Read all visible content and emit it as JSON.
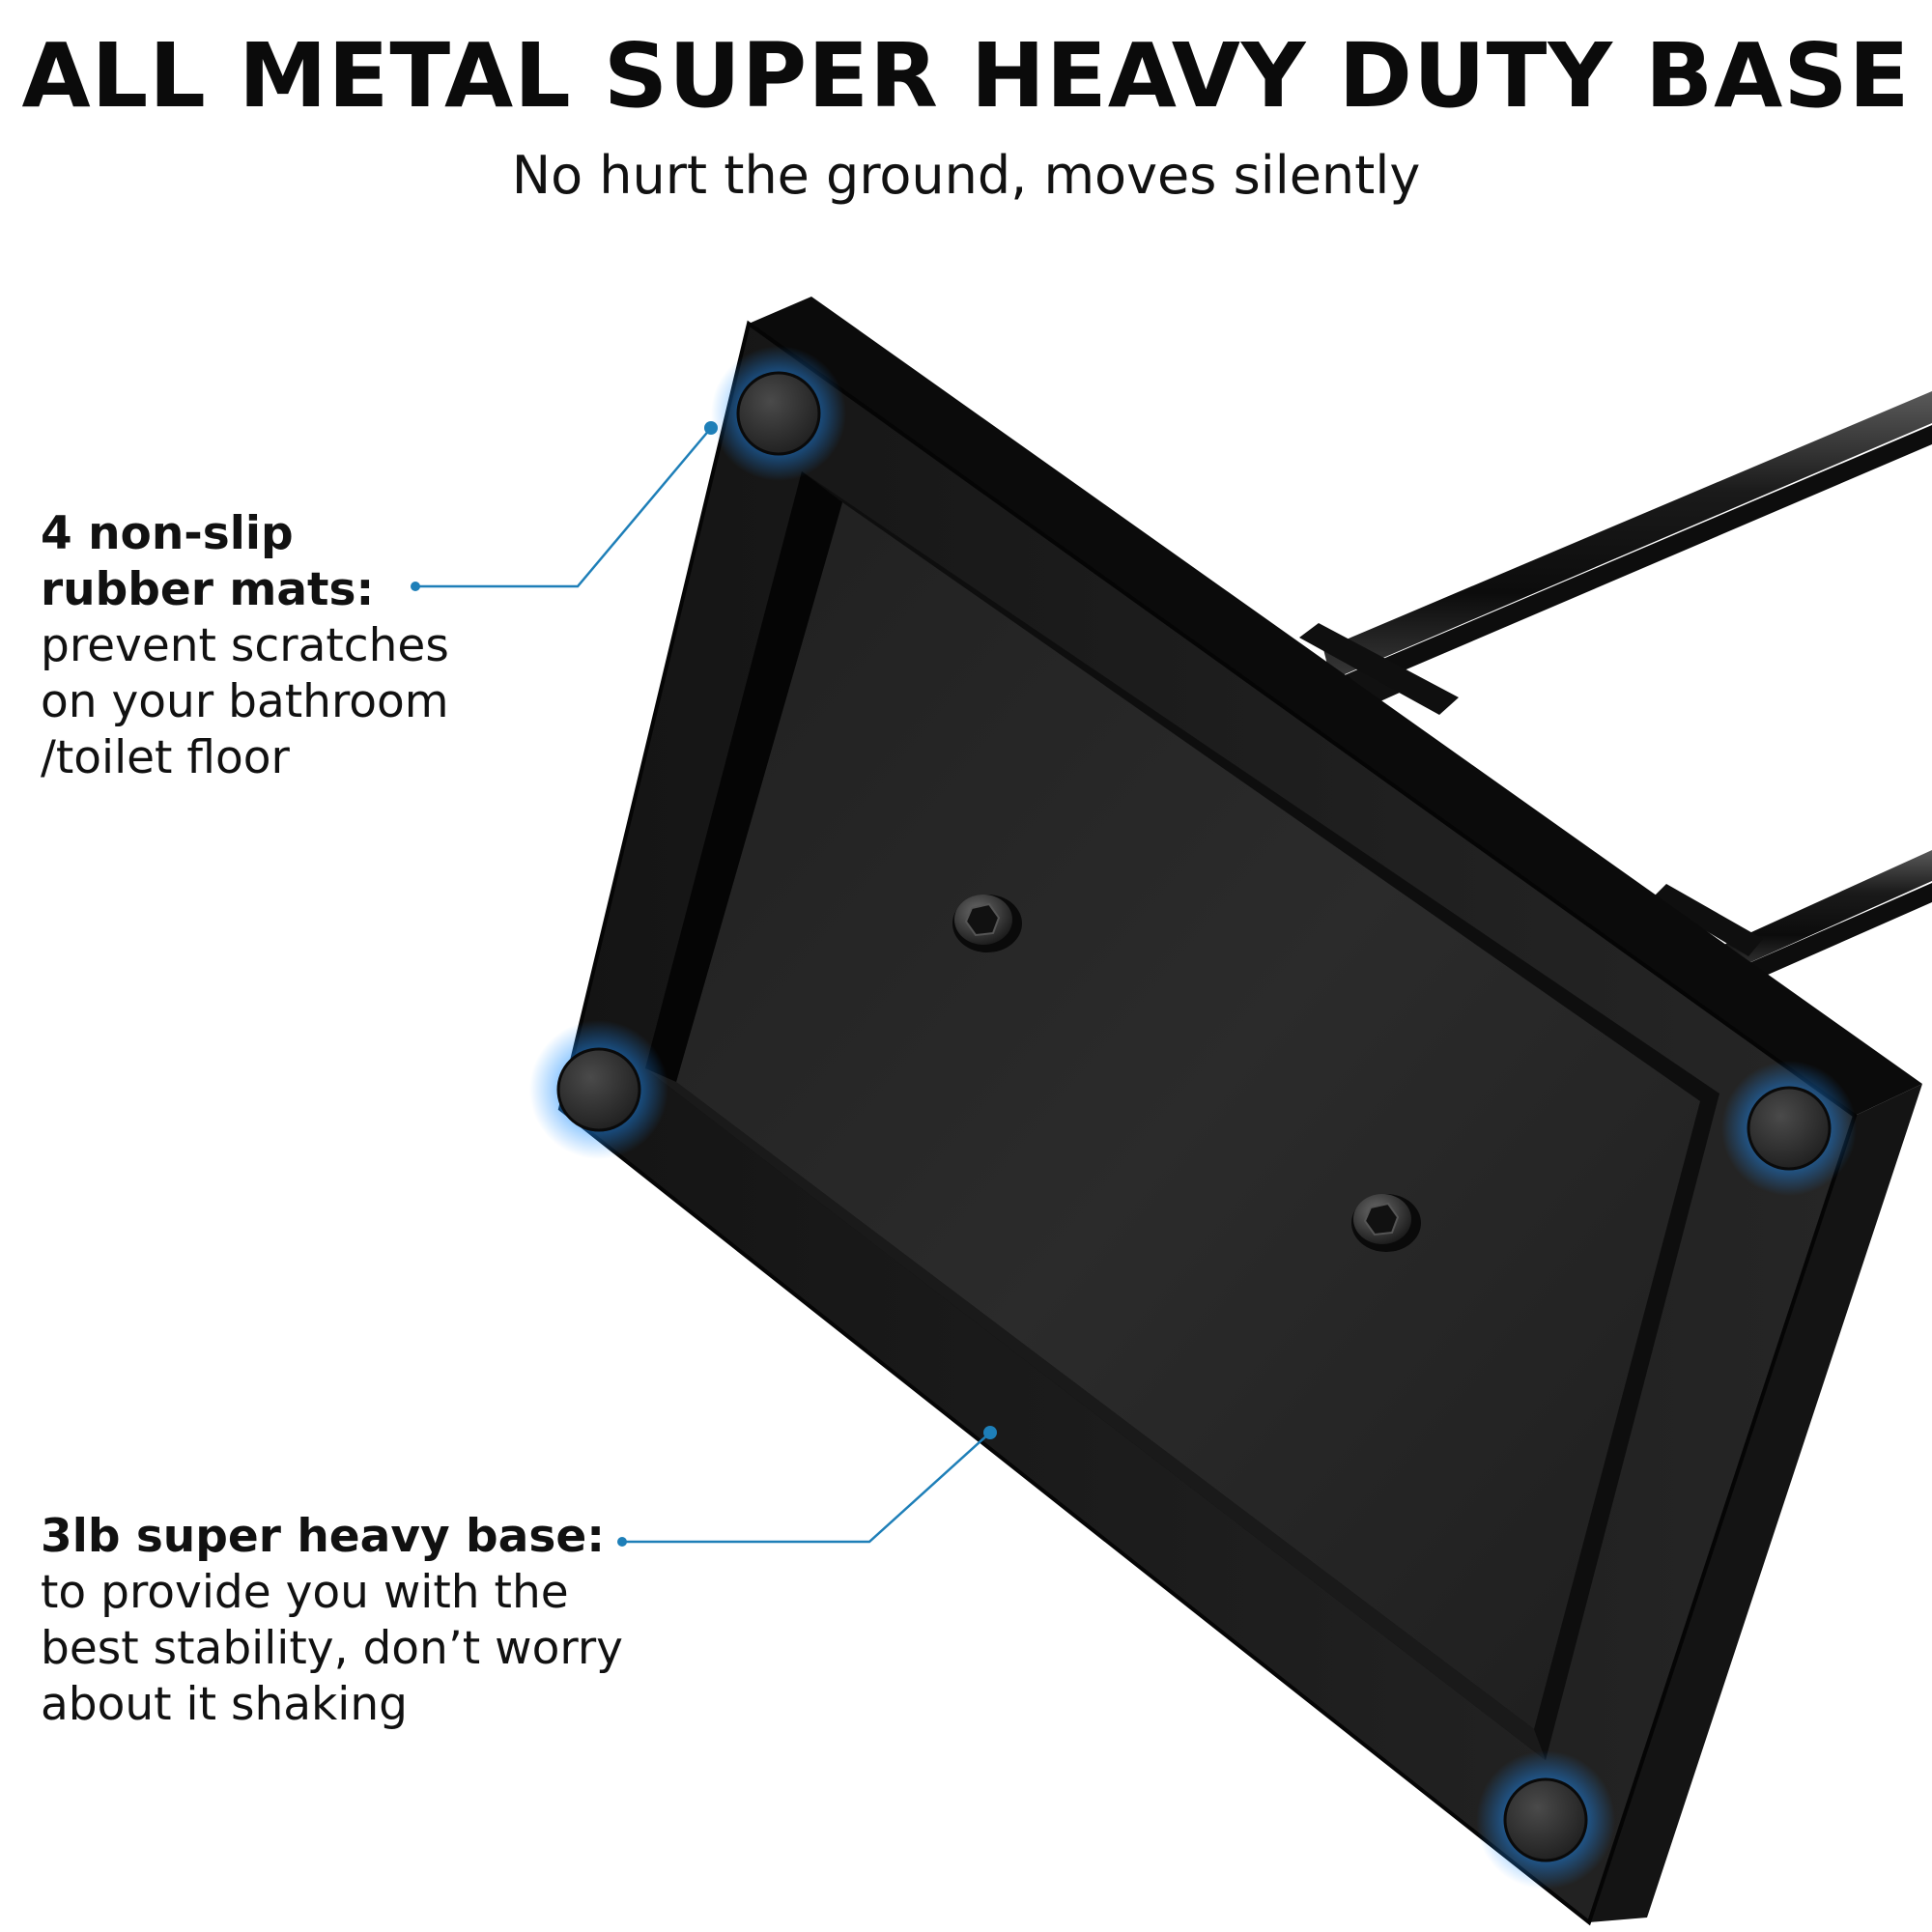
{
  "headline": "ALL METAL SUPER HEAVY DUTY BASE",
  "subheadline": "No hurt the ground, moves silently",
  "callouts": [
    {
      "title_lines": [
        "4 non-slip",
        "rubber mats:"
      ],
      "body_lines": [
        "prevent scratches",
        "on your bathroom",
        "/toilet floor"
      ]
    },
    {
      "title_lines": [
        "3lb super heavy base:"
      ],
      "body_lines": [
        "to provide you with the",
        "best stability, don’t worry",
        "about it shaking"
      ]
    }
  ],
  "colors": {
    "accent": "#1e7fb8",
    "glow": "#1e90ff",
    "metal": "#1c1c1c",
    "text": "#0b0b0b"
  }
}
